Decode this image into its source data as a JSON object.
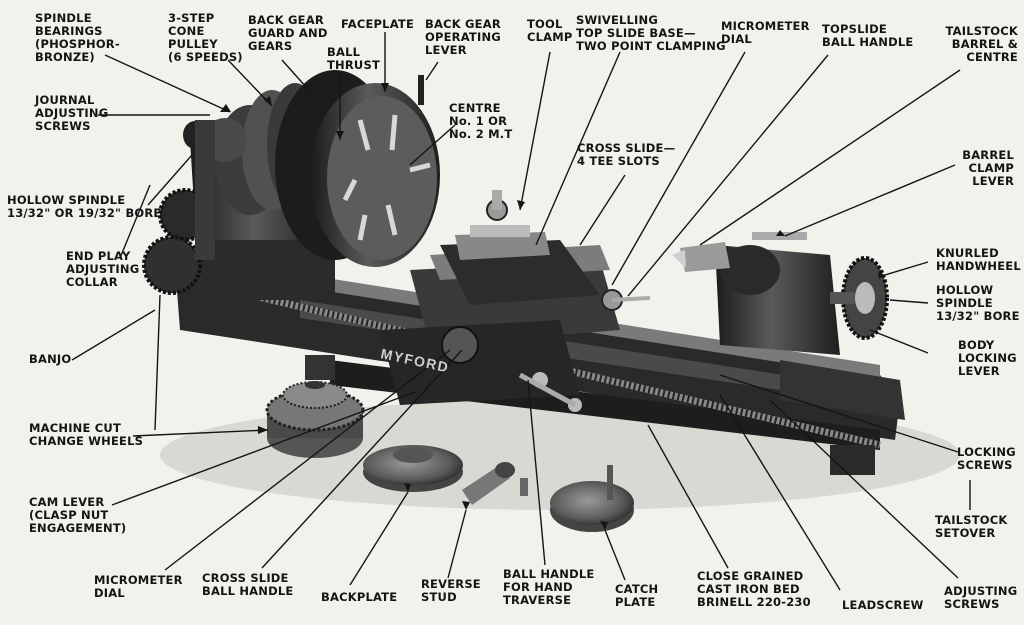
{
  "diagram": {
    "stamp": "MYFORD",
    "labels": [
      {
        "id": "spindle-bearings",
        "lines": [
          "SPINDLE",
          "BEARINGS",
          "(PHOSPHOR-",
          "BRONZE)"
        ]
      },
      {
        "id": "cone-pulley",
        "lines": [
          "3-STEP",
          "CONE",
          "PULLEY",
          "(6 SPEEDS)"
        ]
      },
      {
        "id": "back-gear-guard",
        "lines": [
          "BACK GEAR",
          "GUARD AND",
          "GEARS"
        ]
      },
      {
        "id": "faceplate",
        "lines": [
          "FACEPLATE"
        ]
      },
      {
        "id": "ball-thrust",
        "lines": [
          "BALL",
          "THRUST"
        ]
      },
      {
        "id": "back-gear-lever",
        "lines": [
          "BACK GEAR",
          "OPERATING",
          "LEVER"
        ]
      },
      {
        "id": "tool-clamp",
        "lines": [
          "TOOL",
          "CLAMP"
        ]
      },
      {
        "id": "swivelling-top-slide",
        "lines": [
          "SWIVELLING",
          "TOP SLIDE BASE—",
          "TWO POINT CLAMPING"
        ]
      },
      {
        "id": "micrometer-dial-top",
        "lines": [
          "MICROMETER",
          "DIAL"
        ]
      },
      {
        "id": "topslide-ball-handle",
        "lines": [
          "TOPSLIDE",
          "BALL HANDLE"
        ]
      },
      {
        "id": "tailstock-barrel",
        "lines": [
          "TAILSTOCK",
          "BARREL &",
          "CENTRE"
        ]
      },
      {
        "id": "journal-screws",
        "lines": [
          "JOURNAL",
          "ADJUSTING",
          "SCREWS"
        ]
      },
      {
        "id": "centre",
        "lines": [
          "CENTRE",
          "No. 1 OR",
          "No. 2 M.T"
        ]
      },
      {
        "id": "cross-slide",
        "lines": [
          "CROSS SLIDE—",
          "4 TEE SLOTS"
        ]
      },
      {
        "id": "barrel-clamp",
        "lines": [
          "BARREL",
          "CLAMP",
          "LEVER"
        ]
      },
      {
        "id": "hollow-spindle-left",
        "lines": [
          "HOLLOW SPINDLE",
          "13/32\" OR 19/32\" BORE"
        ]
      },
      {
        "id": "end-play-collar",
        "lines": [
          "END PLAY",
          "ADJUSTING",
          "COLLAR"
        ]
      },
      {
        "id": "knurled-handwheel",
        "lines": [
          "KNURLED",
          "HANDWHEEL"
        ]
      },
      {
        "id": "hollow-spindle-right",
        "lines": [
          "HOLLOW",
          "SPINDLE",
          "13/32\" BORE"
        ]
      },
      {
        "id": "banjo",
        "lines": [
          "BANJO"
        ]
      },
      {
        "id": "body-locking-lever",
        "lines": [
          "BODY",
          "LOCKING",
          "LEVER"
        ]
      },
      {
        "id": "change-wheels",
        "lines": [
          "MACHINE CUT",
          "CHANGE WHEELS"
        ]
      },
      {
        "id": "locking-screws",
        "lines": [
          "LOCKING",
          "SCREWS"
        ]
      },
      {
        "id": "cam-lever",
        "lines": [
          "CAM LEVER",
          "(CLASP NUT",
          "ENGAGEMENT)"
        ]
      },
      {
        "id": "tailstock-setover",
        "lines": [
          "TAILSTOCK",
          "SETOVER"
        ]
      },
      {
        "id": "micrometer-dial-bottom",
        "lines": [
          "MICROMETER",
          "DIAL"
        ]
      },
      {
        "id": "cross-slide-ball-handle",
        "lines": [
          "CROSS SLIDE",
          "BALL HANDLE"
        ]
      },
      {
        "id": "backplate",
        "lines": [
          "BACKPLATE"
        ]
      },
      {
        "id": "reverse-stud",
        "lines": [
          "REVERSE",
          "STUD"
        ]
      },
      {
        "id": "ball-handle-traverse",
        "lines": [
          "BALL HANDLE",
          "FOR HAND",
          "TRAVERSE"
        ]
      },
      {
        "id": "catch-plate",
        "lines": [
          "CATCH",
          "PLATE"
        ]
      },
      {
        "id": "cast-iron-bed",
        "lines": [
          "CLOSE GRAINED",
          "CAST IRON BED",
          "BRINELL 220-230"
        ]
      },
      {
        "id": "leadscrew",
        "lines": [
          "LEADSCREW"
        ]
      },
      {
        "id": "adjusting-screws",
        "lines": [
          "ADJUSTING",
          "SCREWS"
        ]
      }
    ]
  }
}
